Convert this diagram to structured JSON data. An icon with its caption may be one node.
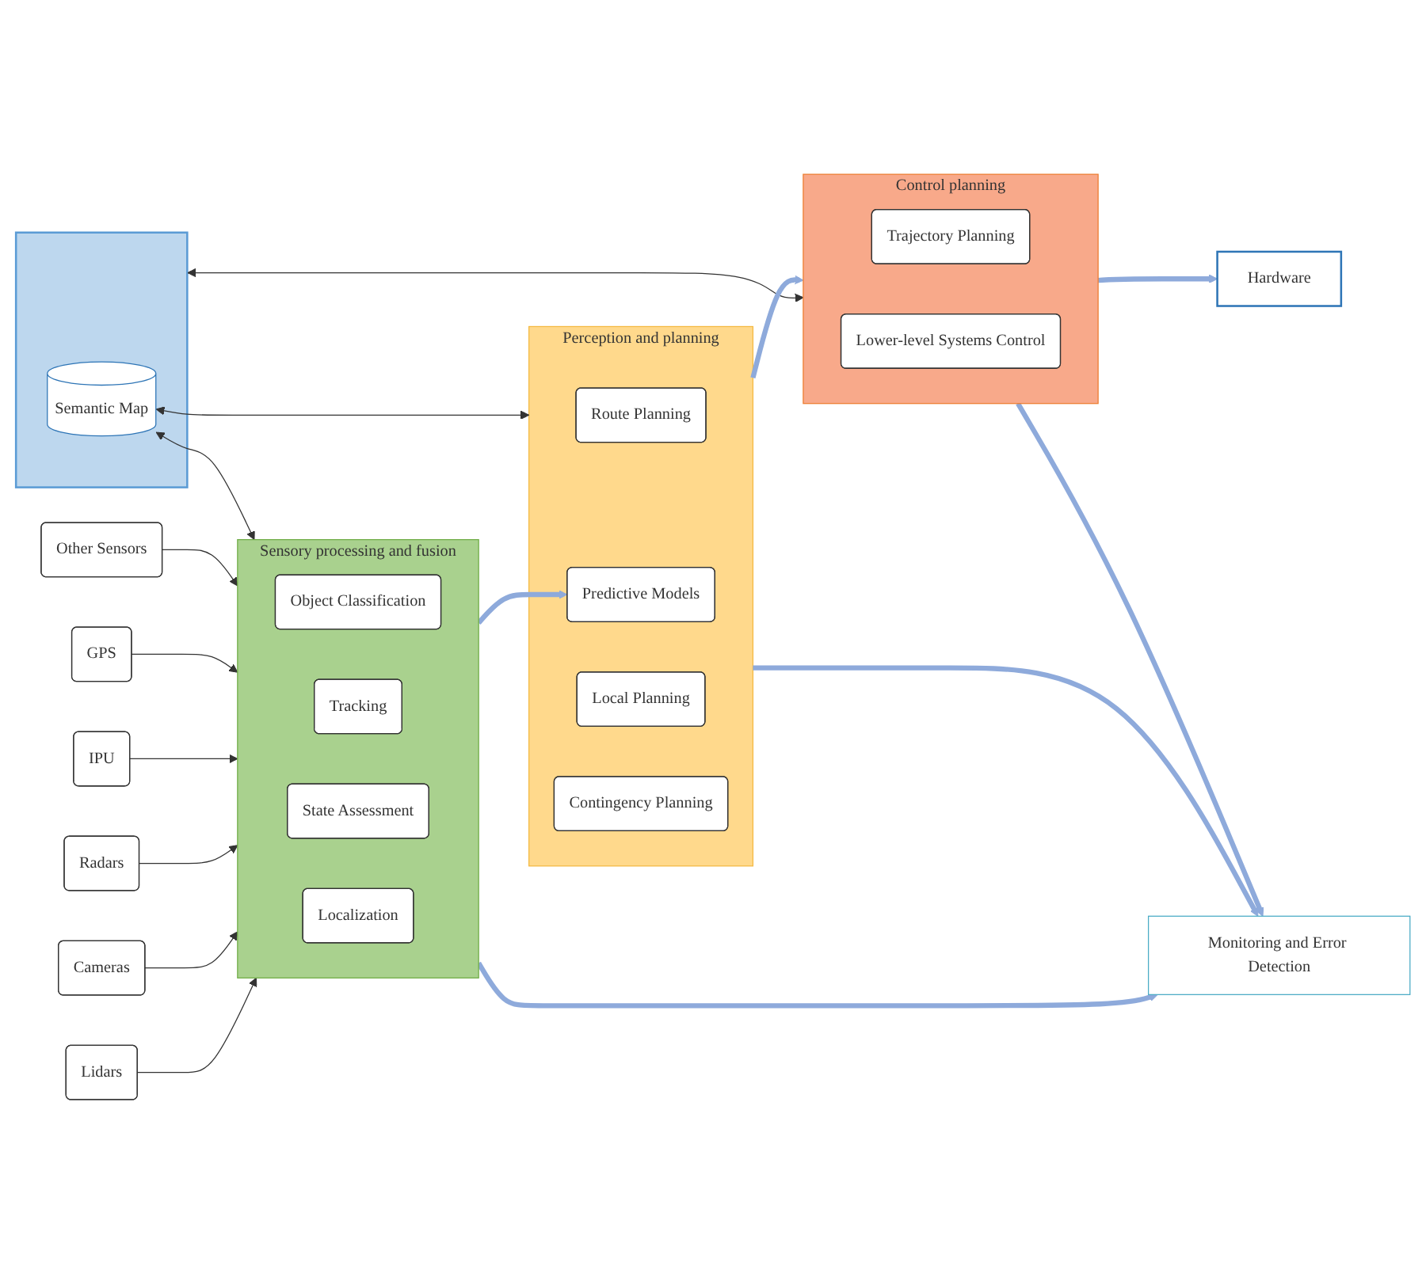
{
  "diagram": {
    "nodes": [
      {
        "text": [],
        "shape": "cloud"
      },
      {
        "text": [
          "Semantic Map"
        ],
        "in": 0
      },
      {
        "text": [
          "Lidars"
        ]
      },
      {
        "text": [
          "Cameras"
        ]
      },
      {
        "text": [
          "Radars"
        ]
      },
      {
        "text": [
          "IPU"
        ]
      },
      {
        "text": [
          "GPS"
        ]
      },
      {
        "text": [
          "Other Sensors"
        ]
      },
      {
        "text": [
          "Sensory processing and fusion"
        ]
      },
      {
        "text": [
          "Object Classification"
        ],
        "in": 8
      },
      {
        "text": [
          "Tracking"
        ],
        "in": 8
      },
      {
        "text": [
          "State Assessment"
        ],
        "in": 8
      },
      {
        "text": [
          "Localization"
        ],
        "in": 8
      },
      {
        "text": [
          "Perception and planning"
        ]
      },
      {
        "text": [
          "Route Planning"
        ],
        "in": 13
      },
      {
        "text": [
          "Predictive Models"
        ],
        "in": 13
      },
      {
        "text": [
          "Local Planning"
        ],
        "in": 13
      },
      {
        "text": [
          "Contingency Planning"
        ],
        "in": 13
      },
      {
        "text": [
          "Control planning"
        ]
      },
      {
        "text": [
          "Trajectory Planning"
        ],
        "in": 18
      },
      {
        "text": [
          "Lower-level Systems Control"
        ],
        "in": 18
      },
      {
        "text": [
          "Hardware"
        ]
      },
      {
        "text": [
          "Monitoring and Error Detection"
        ]
      }
    ],
    "edges": [
      {
        "from": 2,
        "to": 8,
        "arrow": "to"
      },
      {
        "from": 3,
        "to": 8,
        "arrow": "to"
      },
      {
        "from": 4,
        "to": 8,
        "arrow": "to"
      },
      {
        "from": 5,
        "to": 8,
        "arrow": "to"
      },
      {
        "from": 6,
        "to": 8,
        "arrow": "to"
      },
      {
        "from": 7,
        "to": 8,
        "arrow": "to"
      },
      {
        "from": 1,
        "to": 8,
        "arrow": "both"
      },
      {
        "from": 1,
        "to": 13,
        "arrow": "both"
      },
      {
        "from": 0,
        "to": 18,
        "arrow": "both"
      },
      {
        "from": 8,
        "to": 15,
        "arrow": "to",
        "style": "thick",
        "color": "#8eaadb"
      },
      {
        "from": 13,
        "to": 18,
        "arrow": "to",
        "style": "thick",
        "color": "#8eaadb"
      },
      {
        "from": 18,
        "to": 21,
        "arrow": "to",
        "style": "thick",
        "color": "#8eaadb"
      },
      {
        "from": 8,
        "to": 22,
        "arrow": "to",
        "style": "thick",
        "color": "#8eaadb"
      },
      {
        "from": 13,
        "to": 22,
        "arrow": "to",
        "style": "thick",
        "color": "#8eaadb"
      },
      {
        "from": 18,
        "to": 22,
        "arrow": "to",
        "style": "thick",
        "color": "#8eaadb"
      }
    ]
  }
}
